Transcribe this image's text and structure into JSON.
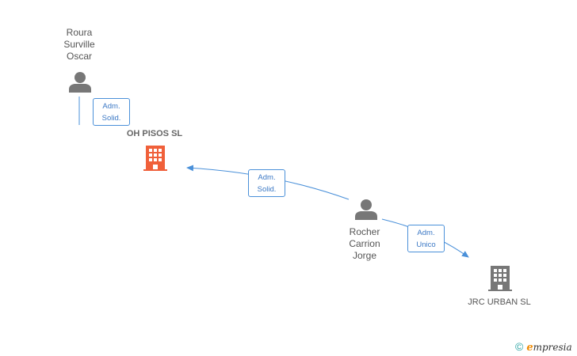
{
  "nodes": {
    "roura": {
      "lines": [
        "Roura",
        "Surville",
        "Oscar"
      ],
      "type": "person"
    },
    "oh_pisos": {
      "label": "OH PISOS  SL",
      "type": "company",
      "color": "#f0603a"
    },
    "rocher": {
      "lines": [
        "Rocher",
        "Carrion",
        "Jorge"
      ],
      "type": "person"
    },
    "jrc": {
      "label": "JRC URBAN  SL",
      "type": "company",
      "color": "#777777"
    }
  },
  "edges": [
    {
      "from": "roura",
      "to": "oh_pisos",
      "role": [
        "Adm.",
        "Solid."
      ]
    },
    {
      "from": "rocher",
      "to": "oh_pisos",
      "role": [
        "Adm.",
        "Solid."
      ]
    },
    {
      "from": "rocher",
      "to": "jrc",
      "role": [
        "Adm.",
        "Unico"
      ]
    }
  ],
  "colors": {
    "edge": "#4a90d9",
    "person": "#777777"
  },
  "watermark": {
    "copyright": "©",
    "brand_first": "e",
    "brand_rest": "mpresia"
  }
}
